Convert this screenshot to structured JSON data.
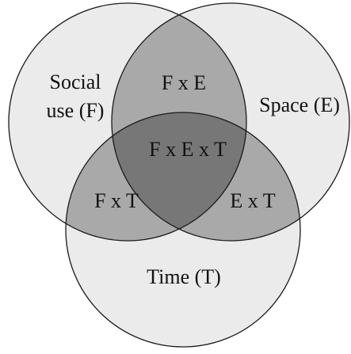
{
  "diagram": {
    "sets": [
      {
        "id": "F",
        "label_line1": "Social",
        "label_line2": "use (F)"
      },
      {
        "id": "E",
        "label": "Space (E)"
      },
      {
        "id": "T",
        "label": "Time (T)"
      }
    ],
    "intersections": {
      "fe": "F x E",
      "ft": "F x T",
      "et": "E x T",
      "fet": "F x E x T"
    },
    "colors": {
      "single_region": "#ebebeb",
      "double_region": "#a9a9a9",
      "triple_region": "#777777",
      "outline": "#1a1a1a",
      "text": "#111111"
    }
  }
}
